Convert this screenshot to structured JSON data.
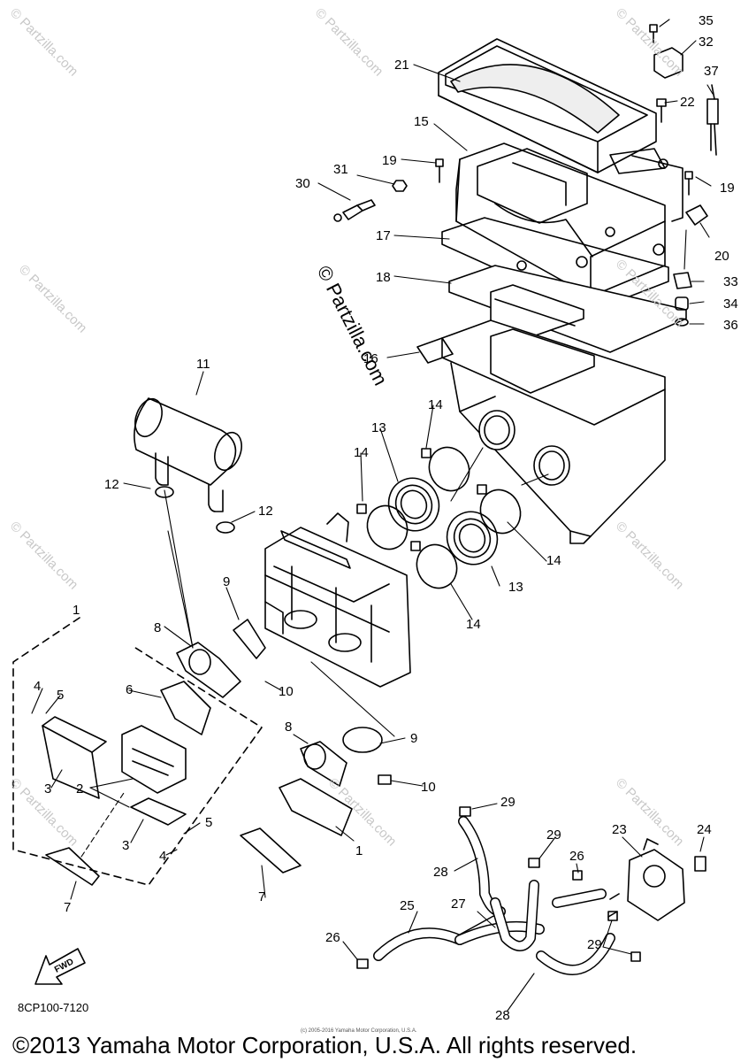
{
  "diagram": {
    "callouts": [
      "1",
      "2",
      "3",
      "4",
      "5",
      "6",
      "7",
      "8",
      "9",
      "10",
      "11",
      "12",
      "13",
      "14",
      "15",
      "16",
      "17",
      "18",
      "19",
      "20",
      "21",
      "22",
      "23",
      "24",
      "25",
      "26",
      "27",
      "28",
      "29",
      "30",
      "31",
      "32",
      "33",
      "34",
      "35",
      "36",
      "37"
    ],
    "watermark_text": "© Partzilla.com",
    "center_watermark": "© Partzilla.com",
    "fwd_label": "FWD",
    "drawing_code": "8CP100-7120",
    "small_note": "(c) 2005-2016 Yamaha Motor Corporation, U.S.A.",
    "copyright": "©2013 Yamaha Motor Corporation, U.S.A. All rights reserved."
  }
}
